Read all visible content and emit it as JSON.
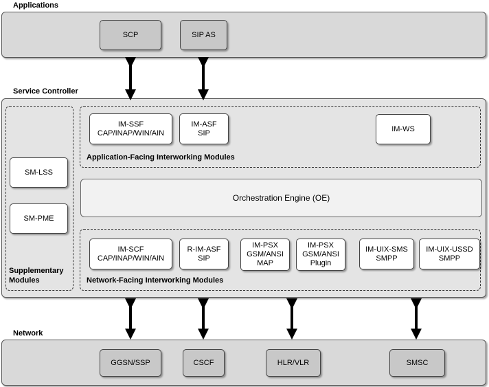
{
  "applications": {
    "label": "Applications",
    "items": [
      "SCP",
      "SIP AS"
    ]
  },
  "service_controller": {
    "label": "Service Controller",
    "supplementary": {
      "items": [
        "SM-LSS",
        "SM-PME"
      ],
      "label": "Supplementary\nModules"
    },
    "app_facing": {
      "items": [
        "IM-SSF\nCAP/INAP/WIN/AIN",
        "IM-ASF\nSIP",
        "IM-WS"
      ],
      "label": "Application-Facing Interworking Modules"
    },
    "orchestration": "Orchestration Engine (OE)",
    "net_facing": {
      "items": [
        "IM-SCF\nCAP/INAP/WIN/AIN",
        "R-IM-ASF\nSIP",
        "IM-PSX\nGSM/ANSI\nMAP",
        "IM-PSX\nGSM/ANSI\nPlugin",
        "IM-UIX-SMS\nSMPP",
        "IM-UIX-USSD\nSMPP"
      ],
      "label": "Network-Facing Interworking Modules"
    }
  },
  "network": {
    "label": "Network",
    "items": [
      "GGSN/SSP",
      "CSCF",
      "HLR/VLR",
      "SMSC"
    ]
  },
  "colors": {
    "panel": "#d9d9d9",
    "box_gray": "#c8c8c8",
    "box_white": "#ffffff",
    "arrow": "#000000"
  }
}
